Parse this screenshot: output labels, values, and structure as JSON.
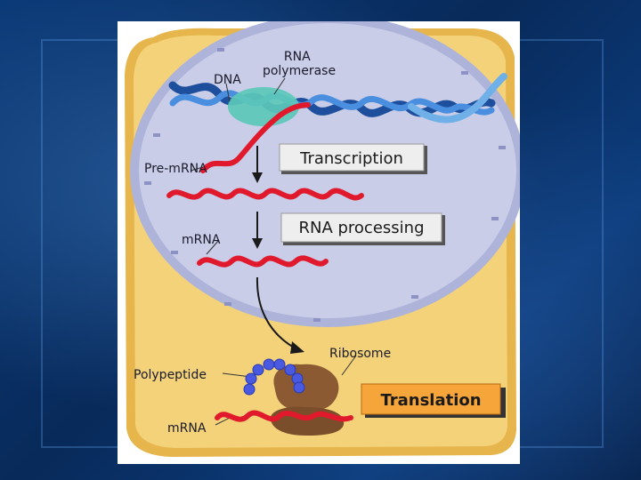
{
  "slide": {
    "labels": {
      "dna": "DNA",
      "rna_polymerase": "RNA\npolymerase",
      "pre_mrna": "Pre-mRNA",
      "mrna_nucleus": "mRNA",
      "ribosome": "Ribosome",
      "polypeptide": "Polypeptide",
      "mrna_cytoplasm": "mRNA"
    },
    "steps": {
      "transcription": "Transcription",
      "rna_processing": "RNA processing",
      "translation": "Translation"
    }
  },
  "colors": {
    "cell": "#f3d27a",
    "cell_border": "#d8a03c",
    "nucleus": "#c9cde8",
    "nucleus_border": "#8d92c4",
    "dna": "#2f6fc0",
    "mrna": "#e01a2c",
    "polymerase": "#5bc8b8",
    "ribosome": "#8b5a33",
    "polypeptide": "#4a5ae0",
    "translation_box": "#f5a53a"
  }
}
